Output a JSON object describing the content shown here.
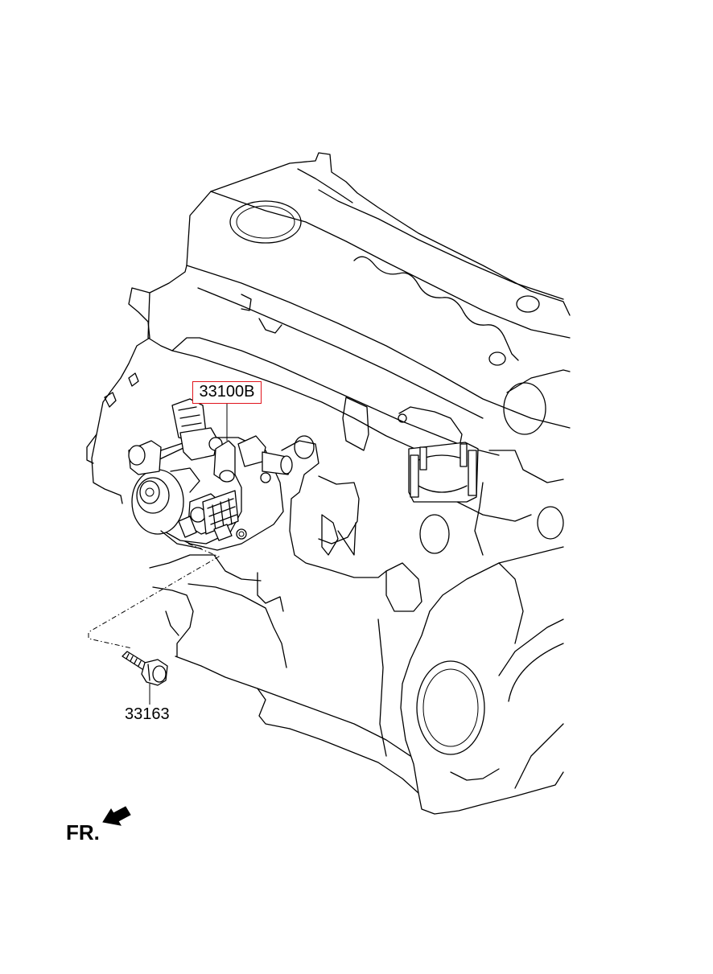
{
  "diagram": {
    "parts": [
      {
        "id": "33100B",
        "label": "33100B",
        "highlighted": true,
        "highlight_color": "#e0131b"
      },
      {
        "id": "33163",
        "label": "33163",
        "highlighted": false
      }
    ],
    "orientation": {
      "label": "FR."
    },
    "colors": {
      "line": "#000000",
      "background": "#ffffff",
      "highlight": "#e0131b"
    }
  }
}
